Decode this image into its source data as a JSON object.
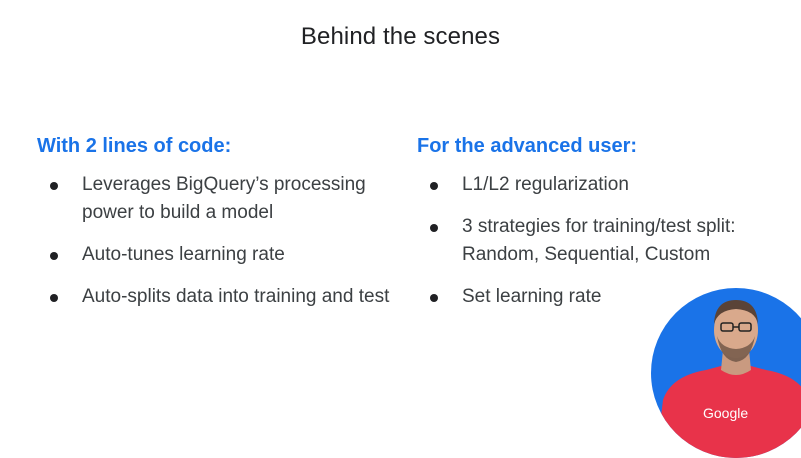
{
  "slide": {
    "title": "Behind the scenes"
  },
  "left_column": {
    "heading": "With 2 lines of code:",
    "bullets": [
      "Leverages BigQuery’s processing power to build a model",
      "Auto-tunes learning rate",
      "Auto-splits data into training and test"
    ]
  },
  "right_column": {
    "heading": "For the advanced user:",
    "bullets": [
      "L1/L2 regularization",
      "3 strategies for training/test split: Random, Sequential, Custom",
      "Set learning rate"
    ]
  },
  "presenter": {
    "shirt_logo": "Google"
  },
  "colors": {
    "heading_blue": "#1a73e8",
    "circle_blue": "#1a73e8",
    "shirt_red": "#e8334a",
    "text": "#3c4043"
  }
}
